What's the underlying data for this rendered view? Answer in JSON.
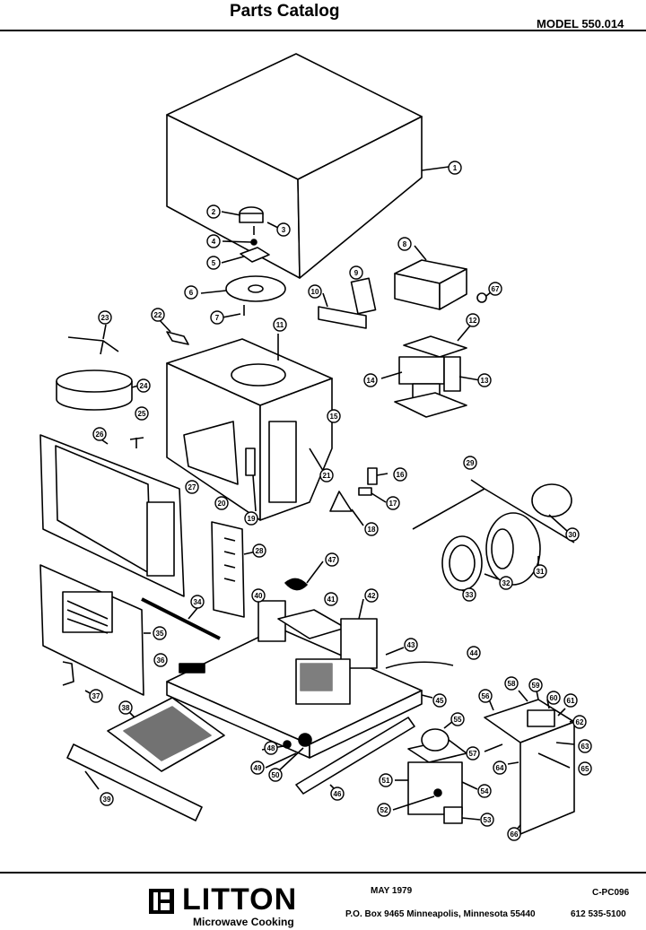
{
  "header": {
    "title": "Parts Catalog",
    "model": "MODEL 550.014"
  },
  "callouts": [
    "1",
    "2",
    "3",
    "4",
    "5",
    "6",
    "7",
    "8",
    "9",
    "10",
    "11",
    "12",
    "13",
    "14",
    "15",
    "16",
    "17",
    "18",
    "19",
    "20",
    "21",
    "22",
    "23",
    "24",
    "25",
    "26",
    "27",
    "28",
    "29",
    "30",
    "31",
    "32",
    "33",
    "34",
    "35",
    "36",
    "37",
    "38",
    "39",
    "40",
    "41",
    "42",
    "43",
    "44",
    "45",
    "46",
    "47",
    "48",
    "49",
    "50",
    "51",
    "52",
    "53",
    "54",
    "55",
    "56",
    "57",
    "58",
    "59",
    "60",
    "61",
    "62",
    "63",
    "64",
    "65",
    "66",
    "67"
  ],
  "footer": {
    "brand": "LITTON",
    "tagline": "Microwave Cooking",
    "date": "MAY 1979",
    "doc_code": "C-PC096",
    "address": "P.O. Box 9465   Minneapolis, Minnesota 55440",
    "phone": "612  535-5100"
  }
}
